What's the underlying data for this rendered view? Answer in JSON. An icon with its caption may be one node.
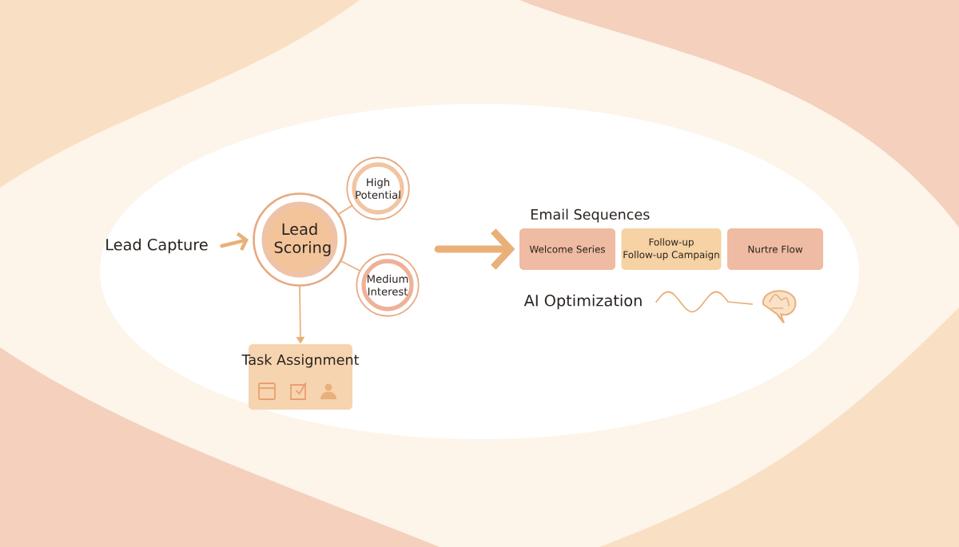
{
  "diagram": {
    "nodes": [
      {
        "text": [
          "Lead Capture"
        ]
      },
      {
        "text": [
          "Lead Scoring"
        ]
      },
      {
        "text": [
          "High Potential"
        ]
      },
      {
        "text": [
          "Medium Interest"
        ]
      },
      {
        "text": [
          "Task Assignment"
        ]
      },
      {
        "text": [
          "Welcome Series"
        ]
      },
      {
        "text": [
          "Follow-up",
          "Follow-up Campaign"
        ]
      },
      {
        "text": [
          "Nurtre Flow"
        ]
      },
      {
        "text": [
          "AI Optimization"
        ]
      },
      {
        "text": [],
        "shape": "picture"
      }
    ],
    "edges": [
      {
        "from": 0,
        "to": 1,
        "arrow": "to",
        "style": "thick"
      },
      {
        "from": 1,
        "to": 2,
        "arrow": "none"
      },
      {
        "from": 1,
        "to": 3,
        "arrow": "none"
      },
      {
        "from": 1,
        "to": 4,
        "arrow": "to"
      },
      {
        "from": null,
        "to": 5,
        "arrow": "to",
        "style": "thick"
      },
      {
        "from": 8,
        "to": 9,
        "arrow": "none"
      }
    ],
    "labels": [
      "Email Sequences"
    ]
  }
}
